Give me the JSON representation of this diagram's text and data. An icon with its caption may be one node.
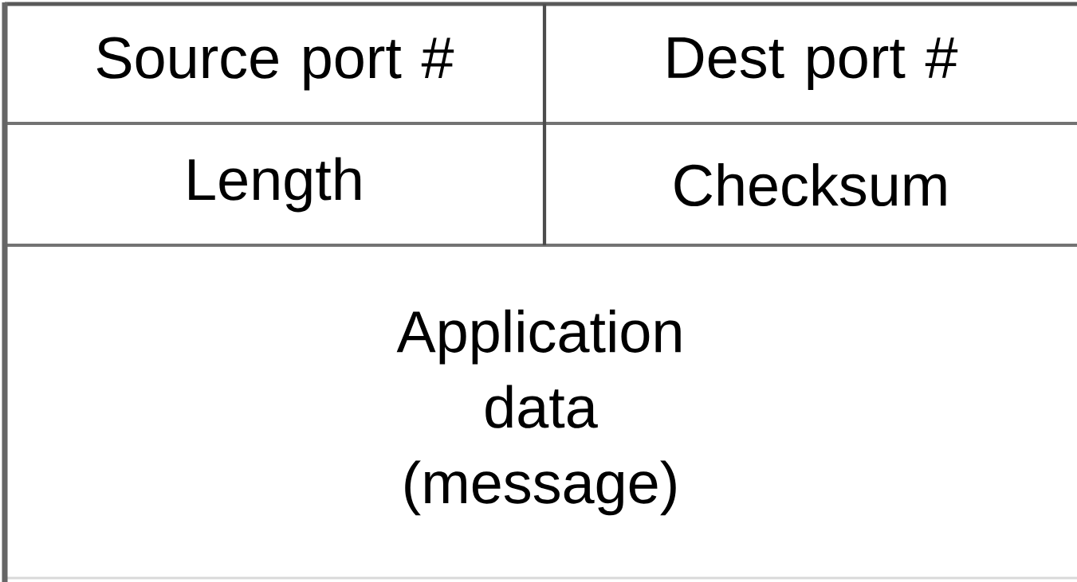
{
  "diagram": {
    "nodes": [
      {
        "text": [
          "Source port #"
        ]
      },
      {
        "text": [
          "Dest port #"
        ]
      },
      {
        "text": [
          "Length"
        ]
      },
      {
        "text": [
          "Checksum"
        ]
      },
      {
        "text": [
          "Application data (message)"
        ]
      }
    ]
  }
}
